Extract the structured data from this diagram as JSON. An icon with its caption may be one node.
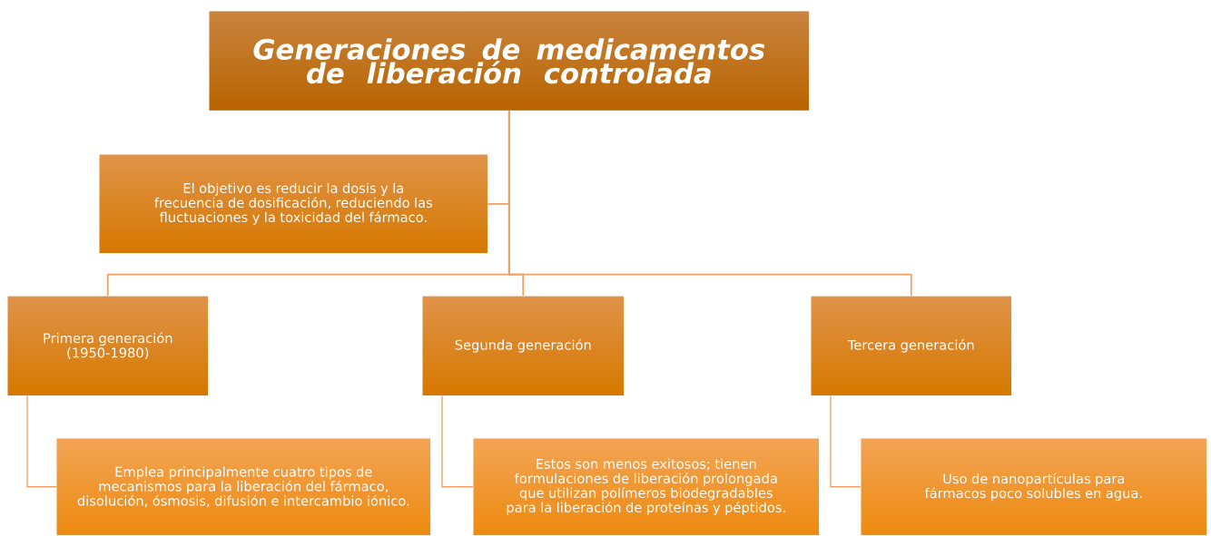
{
  "diagram": {
    "nodes": [
      {
        "text": [
          "Generaciones de medicamentos de liberación controlada"
        ]
      },
      {
        "text": [
          "El objetivo es reducir la dosis y la frecuencia de dosificación, reduciendo las fluctuaciones y la toxicidad del fármaco."
        ]
      },
      {
        "text": [
          "Primera generación (1950-1980)"
        ]
      },
      {
        "text": [
          "Segunda generación"
        ]
      },
      {
        "text": [
          "Tercera generación"
        ]
      },
      {
        "text": [
          "Emplea principalmente cuatro tipos de mecanismos para la liberación del fármaco, disolución, ósmosis, difusión e intercambio iónico."
        ]
      },
      {
        "text": [
          "Estos son menos exitosos; tienen formulaciones de liberación prolongada que utilizan polímeros biodegradables para la liberación de proteínas y péptidos."
        ]
      },
      {
        "text": [
          "Uso de nanopartículas para fármacos poco solubles en agua."
        ]
      }
    ],
    "edges": [
      {
        "from": 0,
        "to": 1,
        "arrow": "none"
      },
      {
        "from": 0,
        "to": 2,
        "arrow": "none"
      },
      {
        "from": 0,
        "to": 3,
        "arrow": "none"
      },
      {
        "from": 0,
        "to": 4,
        "arrow": "none"
      },
      {
        "from": 2,
        "to": 5,
        "arrow": "none"
      },
      {
        "from": 3,
        "to": 6,
        "arrow": "none"
      },
      {
        "from": 4,
        "to": 7,
        "arrow": "none"
      }
    ]
  }
}
